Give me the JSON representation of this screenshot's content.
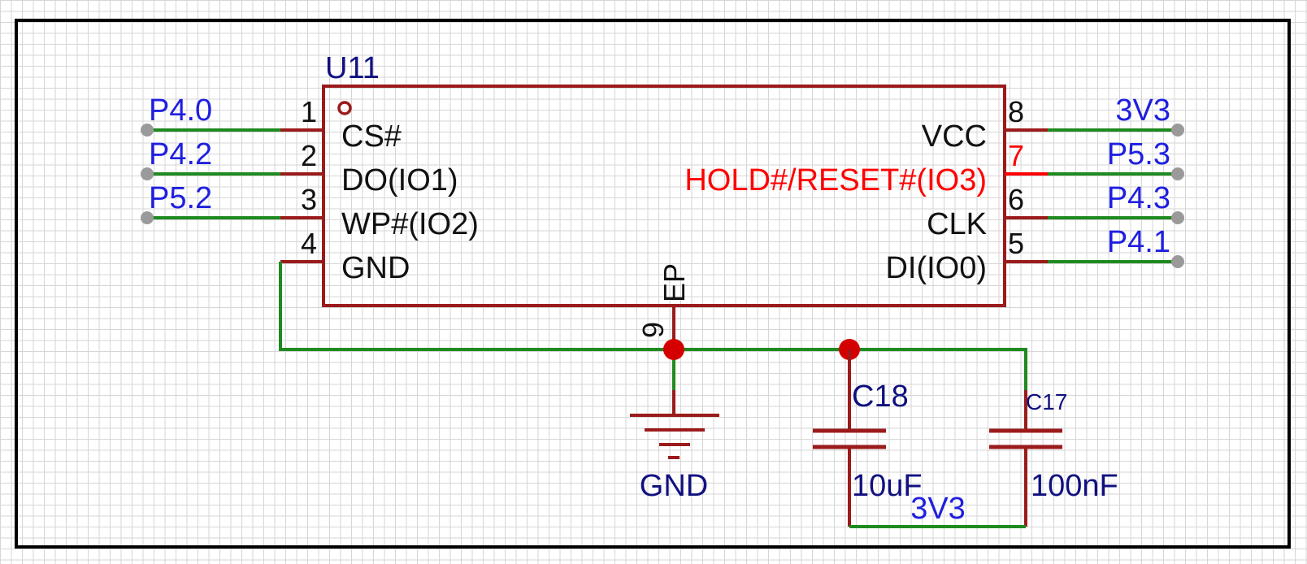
{
  "component": {
    "ref": "U11",
    "pins_left": [
      {
        "num": "1",
        "name": "CS#",
        "net": "P4.0"
      },
      {
        "num": "2",
        "name": "DO(IO1)",
        "net": "P4.2"
      },
      {
        "num": "3",
        "name": "WP#(IO2)",
        "net": "P5.2"
      },
      {
        "num": "4",
        "name": "GND",
        "net": ""
      }
    ],
    "pins_right": [
      {
        "num": "8",
        "name": "VCC",
        "net": "3V3"
      },
      {
        "num": "7",
        "name": "HOLD#/RESET#(IO3)",
        "net": "P5.3"
      },
      {
        "num": "6",
        "name": "CLK",
        "net": "P4.3"
      },
      {
        "num": "5",
        "name": "DI(IO0)",
        "net": "P4.1"
      }
    ],
    "pin_bottom": {
      "num": "9",
      "name": "EP"
    }
  },
  "ground": {
    "label": "GND"
  },
  "capacitors": [
    {
      "ref": "C18",
      "value": "10uF"
    },
    {
      "ref": "C17",
      "value": "100nF"
    }
  ],
  "cap_net_label": "3V3",
  "colors": {
    "body": "#9b1b1b",
    "wire": "#1f8a1f",
    "net_label": "#1f1fe0",
    "text": "#111111",
    "highlight": "#ff0000",
    "junction": "#d40000",
    "net_end": "#9a9a9a",
    "gnd_label": "#101080"
  }
}
